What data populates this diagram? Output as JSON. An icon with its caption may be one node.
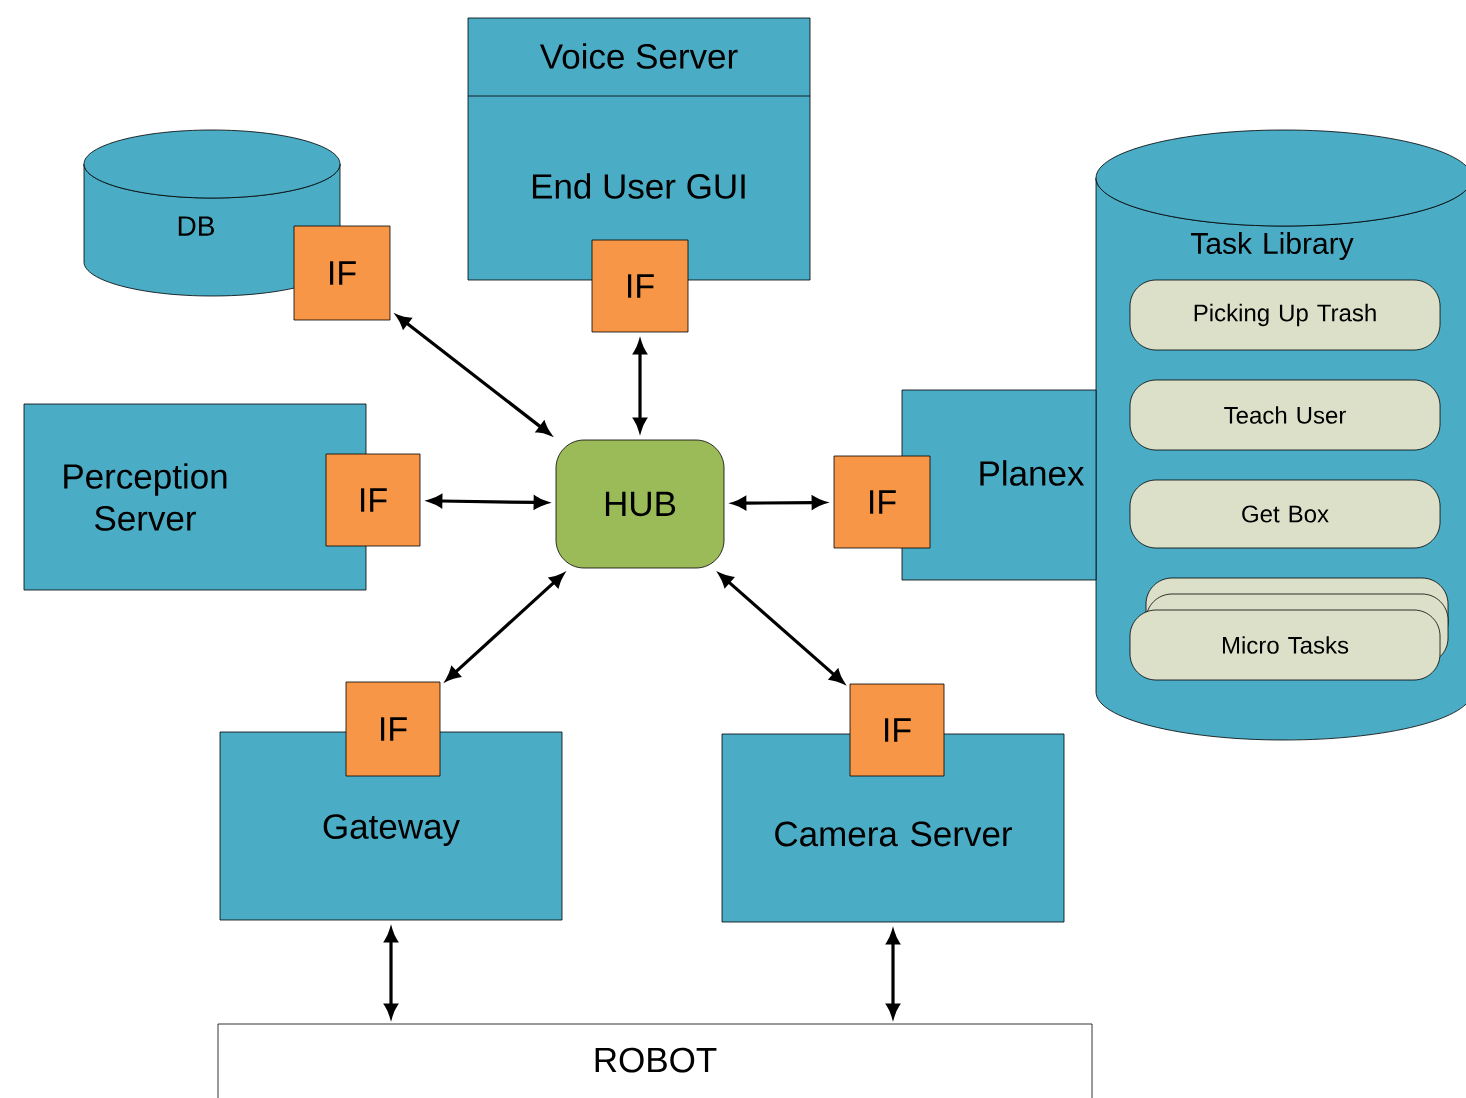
{
  "diagram": {
    "nodes": [
      {
        "text": [
          "Voice Server",
          "End User GUI"
        ]
      },
      {
        "text": [
          "DB"
        ]
      },
      {
        "text": [
          "IF"
        ]
      },
      {
        "text": [
          "IF"
        ]
      },
      {
        "text": [
          "Task Library"
        ]
      },
      {
        "text": [
          "Picking Up Trash"
        ],
        "in": 4
      },
      {
        "text": [
          "Teach User"
        ],
        "in": 4
      },
      {
        "text": [
          "Get Box"
        ],
        "in": 4
      },
      {
        "text": [
          "Micro Tasks"
        ],
        "in": 4
      },
      {
        "text": [
          "Perception Server"
        ]
      },
      {
        "text": [
          "IF"
        ]
      },
      {
        "text": [
          "HUB"
        ]
      },
      {
        "text": [
          "IF"
        ]
      },
      {
        "text": [
          "Planex"
        ]
      },
      {
        "text": [
          "IF"
        ]
      },
      {
        "text": [
          "Gateway"
        ]
      },
      {
        "text": [
          "IF"
        ]
      },
      {
        "text": [
          "Camera Server"
        ]
      },
      {
        "text": [
          "ROBOT"
        ]
      }
    ],
    "edges": [
      {
        "from": 2,
        "to": 11,
        "arrow": "both"
      },
      {
        "from": 3,
        "to": 11,
        "arrow": "both"
      },
      {
        "from": 10,
        "to": 11,
        "arrow": "both"
      },
      {
        "from": 11,
        "to": 12,
        "arrow": "both"
      },
      {
        "from": 11,
        "to": 14,
        "arrow": "both"
      },
      {
        "from": 11,
        "to": 16,
        "arrow": "both"
      },
      {
        "from": 15,
        "to": 18,
        "arrow": "both"
      },
      {
        "from": 17,
        "to": 18,
        "arrow": "both"
      }
    ]
  }
}
